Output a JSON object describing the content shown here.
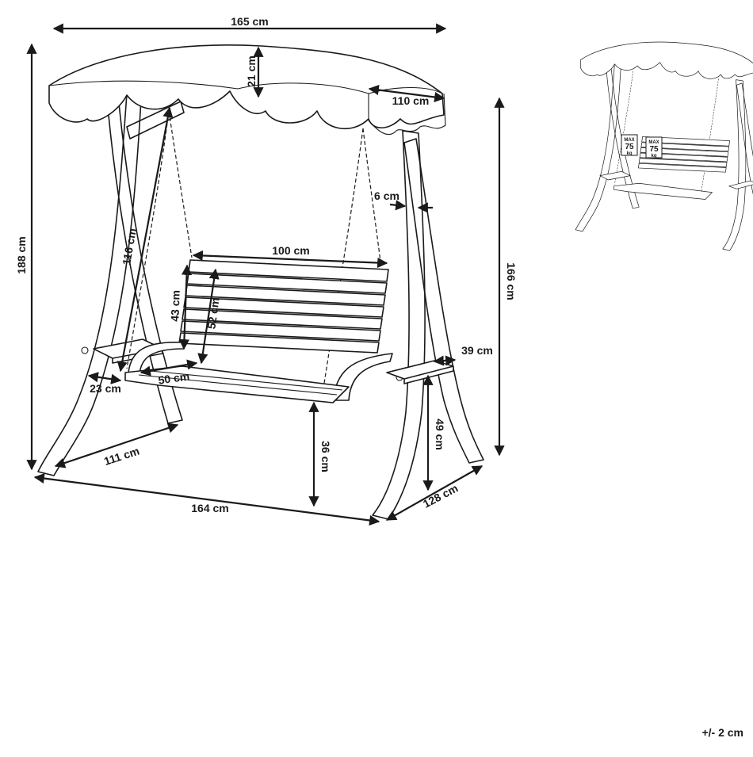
{
  "dimensions": {
    "canopy_width": "165 cm",
    "canopy_height": "21 cm",
    "canopy_depth": "110 cm",
    "total_height": "188 cm",
    "frame_inner_height": "166 cm",
    "chain_length": "116 cm",
    "post_thickness": "6 cm",
    "seat_width": "100 cm",
    "backrest_height": "43 cm",
    "back_total_height": "52 cm",
    "seat_depth": "50 cm",
    "side_table_depth": "23 cm",
    "side_table_width": "39 cm",
    "table_height": "49 cm",
    "seat_height": "36 cm",
    "base_depth_left": "111 cm",
    "base_width": "164 cm",
    "base_depth_right": "128 cm"
  },
  "labels": {
    "max_load_top": "MAX",
    "max_load_value": "75",
    "max_load_unit": "kg"
  },
  "tolerance": "+/- 2 cm"
}
